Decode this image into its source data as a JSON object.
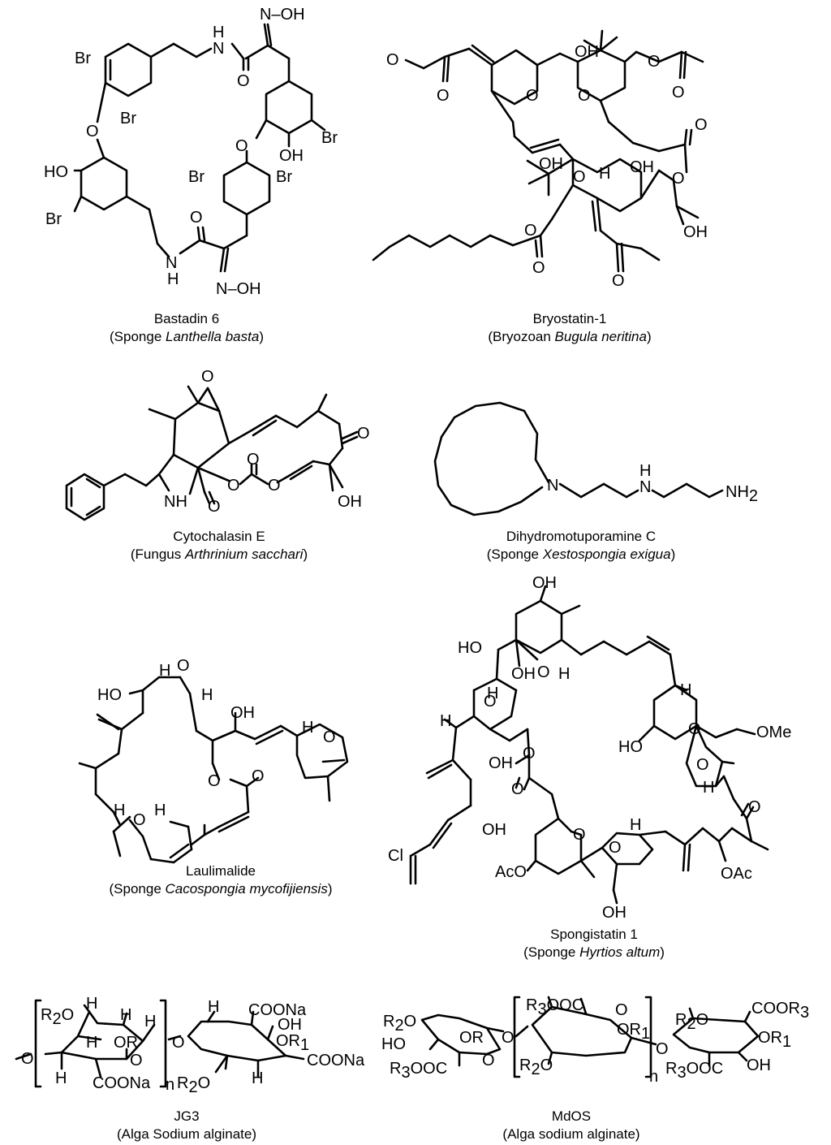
{
  "compounds": [
    {
      "name": "Bastadin 6",
      "source_prefix": "(Sponge ",
      "source_italic": "Lanthella basta",
      "source_suffix": ")",
      "labels": {
        "br1": "Br",
        "br2": "Br",
        "br3": "Br",
        "br4": "Br",
        "br5": "Br",
        "br6": "Br",
        "o_ether1": "O",
        "o_ether2": "O",
        "ho1": "HO",
        "oh1": "OH",
        "nh1_h": "H",
        "nh1_n": "N",
        "nh2_h": "H",
        "nh2_n": "N",
        "co1": "O",
        "co2": "O",
        "noh1": "N–OH",
        "noh2": "N–OH"
      }
    },
    {
      "name": "Bryostatin-1",
      "source_prefix": "(Bryozoan ",
      "source_italic": "Bugula neritina",
      "source_suffix": ")",
      "labels": {
        "o1": "O",
        "o2": "O",
        "o3": "O",
        "o4": "O",
        "o5": "O",
        "o6": "O",
        "o7": "O",
        "o8": "O",
        "o9": "O",
        "o10": "O",
        "o11": "O",
        "o12": "O",
        "oh1": "OH",
        "oh2": "OH",
        "oh3": "OH",
        "oh4": "OH",
        "h1": "H"
      }
    },
    {
      "name": "Cytochalasin E",
      "source_prefix": "(Fungus ",
      "source_italic": "Arthrinium sacchari",
      "source_suffix": ")",
      "labels": {
        "o_epox": "O",
        "o_keto": "O",
        "o1": "O",
        "o2": "O",
        "o3": "O",
        "o4": "O",
        "nh": "NH",
        "oh": "OH"
      }
    },
    {
      "name": "Dihydromotuporamine C",
      "source_prefix": "(Sponge ",
      "source_italic": "Xestospongia exigua",
      "source_suffix": ")",
      "labels": {
        "n1": "N",
        "nh_h": "H",
        "nh_n": "N",
        "nh2": "NH",
        "nh2_sub": "2"
      }
    },
    {
      "name": "Laulimalide",
      "source_prefix": "(Sponge ",
      "source_italic": "Cacospongia mycofijiensis",
      "source_suffix": ")",
      "labels": {
        "ho": "HO",
        "h1": "H",
        "h2": "H",
        "o_epox": "O",
        "oh": "OH",
        "h3": "H",
        "o_pyr1": "O",
        "o_lac": "O",
        "o_co": "O",
        "h4": "H",
        "h5": "H",
        "o_pyr2": "O"
      }
    },
    {
      "name": "Spongistatin 1",
      "source_prefix": "(Sponge ",
      "source_italic": "Hyrtios altum",
      "source_suffix": ")",
      "labels": {
        "oh_top": "OH",
        "ho_left": "HO",
        "oh_mid": "OH",
        "o_top": "O",
        "h_top": "H",
        "h_a": "H",
        "h_b": "H",
        "o_a": "O",
        "oh_c": "OH",
        "o_ester": "O",
        "o_co": "O",
        "oh_chain": "OH",
        "cl": "Cl",
        "aco1": "AcO",
        "o_sp1": "O",
        "o_sp2": "O",
        "h_sp": "H",
        "oh_bot": "OH",
        "ho_r": "HO",
        "o_r1": "O",
        "o_r2": "O",
        "h_r1": "H",
        "h_r2": "H",
        "ome": "OMe",
        "o_keto": "O",
        "oac2": "OAc"
      }
    },
    {
      "name": "JG3",
      "source_prefix": "(Alga Sodium alginate)",
      "source_italic": "",
      "source_suffix": "",
      "labels": {
        "r2o": "R",
        "r2o_sub": "2",
        "r2o_o": "O",
        "h1": "H",
        "h2": "H",
        "h3": "H",
        "h4": "H",
        "h5": "H",
        "h6": "H",
        "h7": "H",
        "or": "OR",
        "o_ring": "O",
        "o_link": "O",
        "o_me": "O",
        "coona1": "COONa",
        "coona2": "COONa",
        "coona3": "COONa",
        "oh": "OH",
        "or1": "OR",
        "or1_sub": "1",
        "n": "n",
        "r2o2": "R",
        "r2o2_sub": "2",
        "r2o2_o": "O"
      }
    },
    {
      "name": "MdOS",
      "source_prefix": "(Alga sodium alginate)",
      "source_italic": "",
      "source_suffix": "",
      "labels": {
        "r2o": "R",
        "r2o_sub": "2",
        "r2o_o": "O",
        "ho": "HO",
        "or": "OR",
        "r3ooc": "R",
        "r3ooc_sub": "3",
        "r3ooc_t": "OOC",
        "o1": "O",
        "o2": "O",
        "o3": "O",
        "r3ooc2": "R",
        "r3ooc2_sub": "3",
        "r3ooc2_t": "OOC",
        "or1": "OR",
        "or1_sub": "1",
        "r2o2": "R",
        "r2o2_sub": "2",
        "r2o2_o": "O",
        "n": "n",
        "r2o3": "R",
        "r2o3_sub": "2",
        "r2o3_o": "O",
        "cooR3": "COOR",
        "cooR3_sub": "3",
        "or1b": "OR",
        "or1b_sub": "1",
        "r3ooc3": "R",
        "r3ooc3_sub": "3",
        "r3ooc3_t": "OOC",
        "oh": "OH",
        "o4": "O"
      }
    }
  ]
}
